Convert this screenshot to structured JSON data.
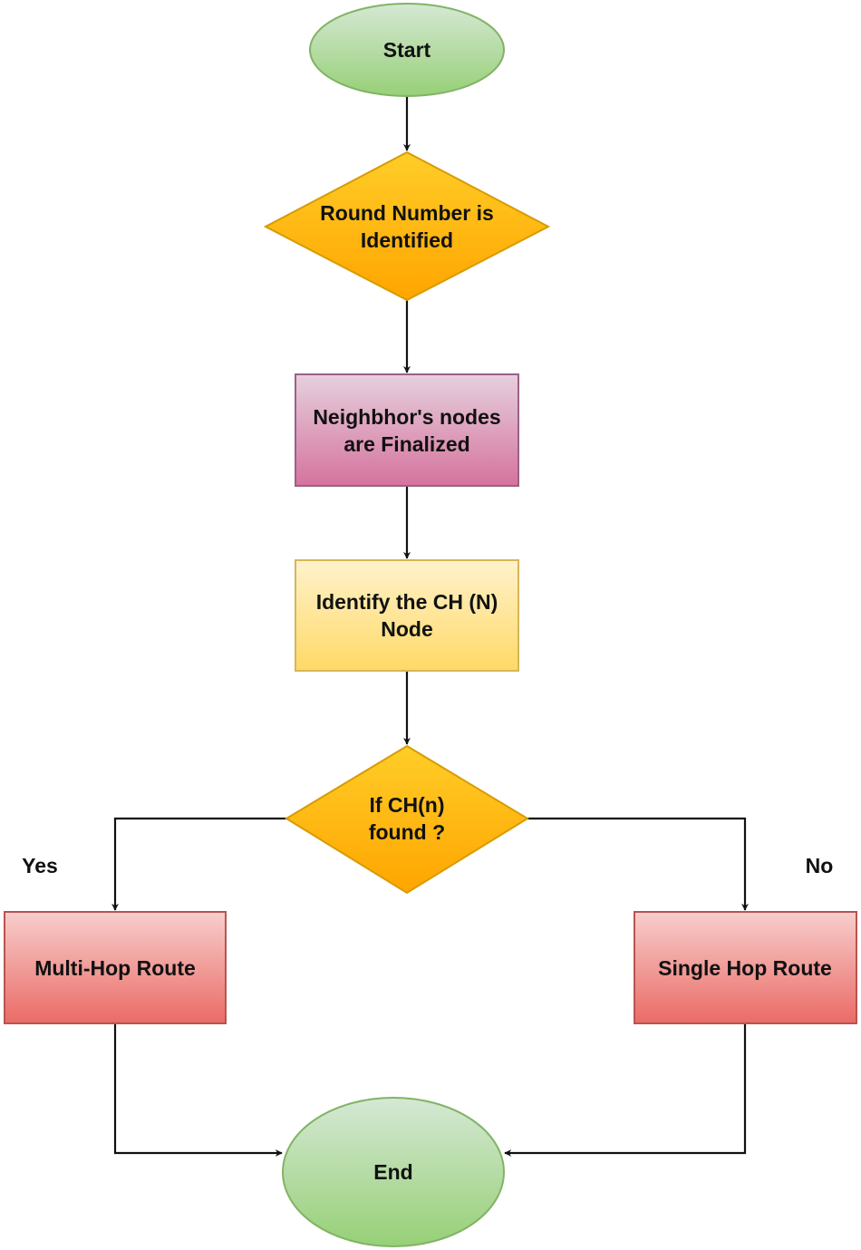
{
  "nodes": {
    "start": {
      "lines": [
        "Start"
      ]
    },
    "round_decision": {
      "lines": [
        "Round Number is",
        "Identified"
      ]
    },
    "neighbors": {
      "lines": [
        "Neighbhor's nodes",
        "are Finalized"
      ]
    },
    "identify_ch": {
      "lines": [
        "Identify the CH (N)",
        "Node"
      ]
    },
    "ch_decision": {
      "lines": [
        "If CH(n)",
        "found ?"
      ]
    },
    "multi_hop": {
      "lines": [
        "Multi-Hop Route"
      ]
    },
    "single_hop": {
      "lines": [
        "Single Hop Route"
      ]
    },
    "end": {
      "lines": [
        "End"
      ]
    }
  },
  "edge_labels": {
    "yes": "Yes",
    "no": "No"
  },
  "colors": {
    "terminal_fill_top": "#d5e8d4",
    "terminal_fill_bottom": "#97d077",
    "terminal_stroke": "#82b366",
    "decision_fill_top": "#ffcd28",
    "decision_fill_bottom": "#ffa500",
    "decision_stroke": "#d79b00",
    "purple_fill_top": "#e6d0de",
    "purple_fill_bottom": "#d5739d",
    "purple_stroke": "#996185",
    "yellow_fill_top": "#fff2cc",
    "yellow_fill_bottom": "#ffd966",
    "yellow_stroke": "#d6b656",
    "red_fill_top": "#f8cecc",
    "red_fill_bottom": "#ea6b66",
    "red_stroke": "#b85450",
    "line": "#111111"
  }
}
